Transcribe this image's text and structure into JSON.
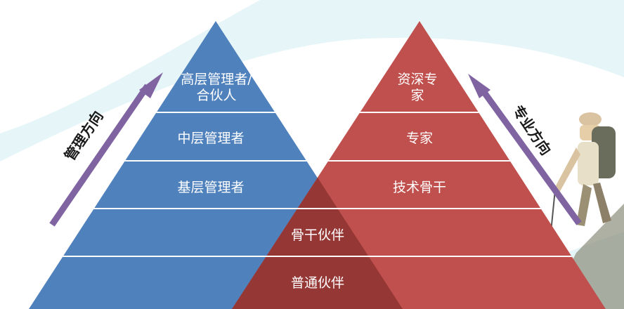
{
  "left_pyramid": {
    "levels": [
      {
        "line1": "高层管理者/",
        "line2": "合伙人"
      },
      {
        "line1": "中层管理者"
      },
      {
        "line1": "基层管理者"
      }
    ],
    "arrow_label": "管理方向"
  },
  "right_pyramid": {
    "levels": [
      {
        "line1": "资深专",
        "line2": "家"
      },
      {
        "line1": "专家"
      },
      {
        "line1": "技术骨干"
      }
    ],
    "arrow_label": "专业方向"
  },
  "shared": {
    "upper": "骨干伙伴",
    "lower": "普通伙伴"
  },
  "colors": {
    "blue": "#4f81bd",
    "red": "#c0504d",
    "overlap": "#953735",
    "arrow": "#8064a2",
    "divider": "#ffffff",
    "background_tint": "#e6f5f8"
  },
  "icons": {
    "hiker": "hiker-illustration"
  }
}
